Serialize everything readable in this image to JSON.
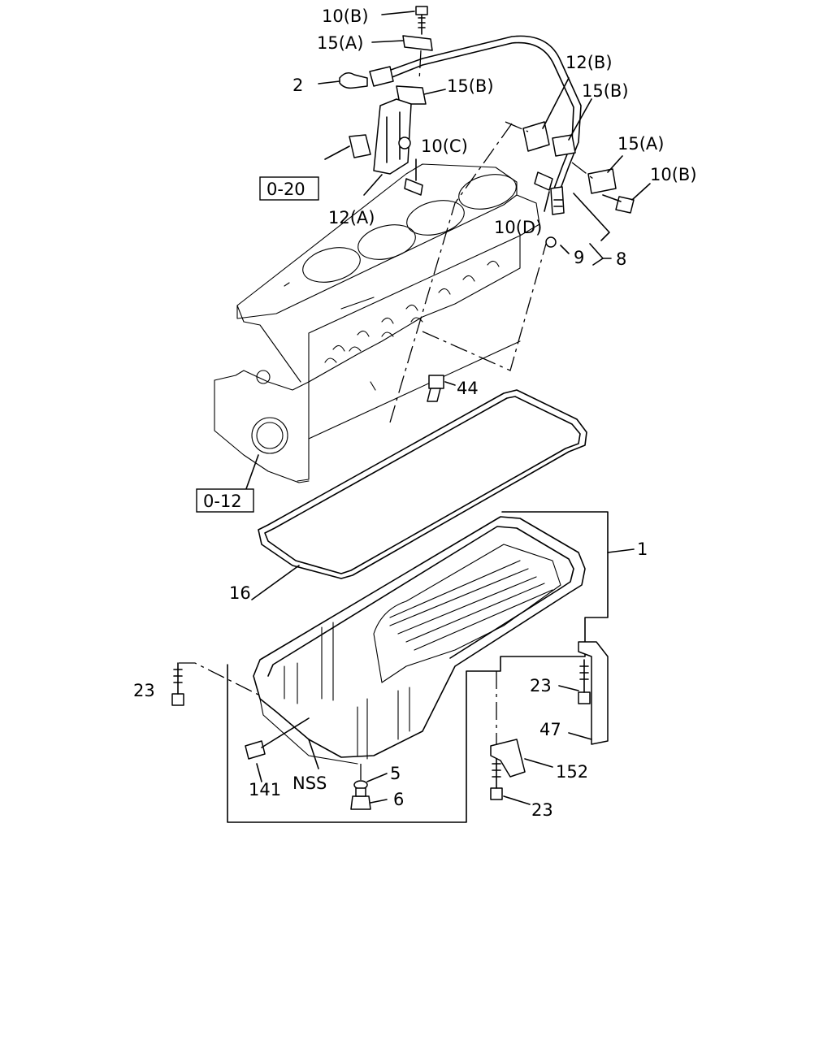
{
  "labels": {
    "l10b_top": "10(B)",
    "l15a_top": "15(A)",
    "l2": "2",
    "l15b_top": "15(B)",
    "l12b": "12(B)",
    "l15b_right": "15(B)",
    "l15a_right": "15(A)",
    "l10b_right": "10(B)",
    "l10c": "10(C)",
    "l12a": "12(A)",
    "l10d": "10(D)",
    "l9": "9",
    "l8": "8",
    "l44": "44",
    "l16": "16",
    "l1": "1",
    "l23_left": "23",
    "l23_right": "23",
    "l23_bottom": "23",
    "l47": "47",
    "l152": "152",
    "l5": "5",
    "l6": "6",
    "l141": "141",
    "nss": "NSS"
  },
  "refs": {
    "r020": "0-20",
    "r012": "0-12"
  }
}
